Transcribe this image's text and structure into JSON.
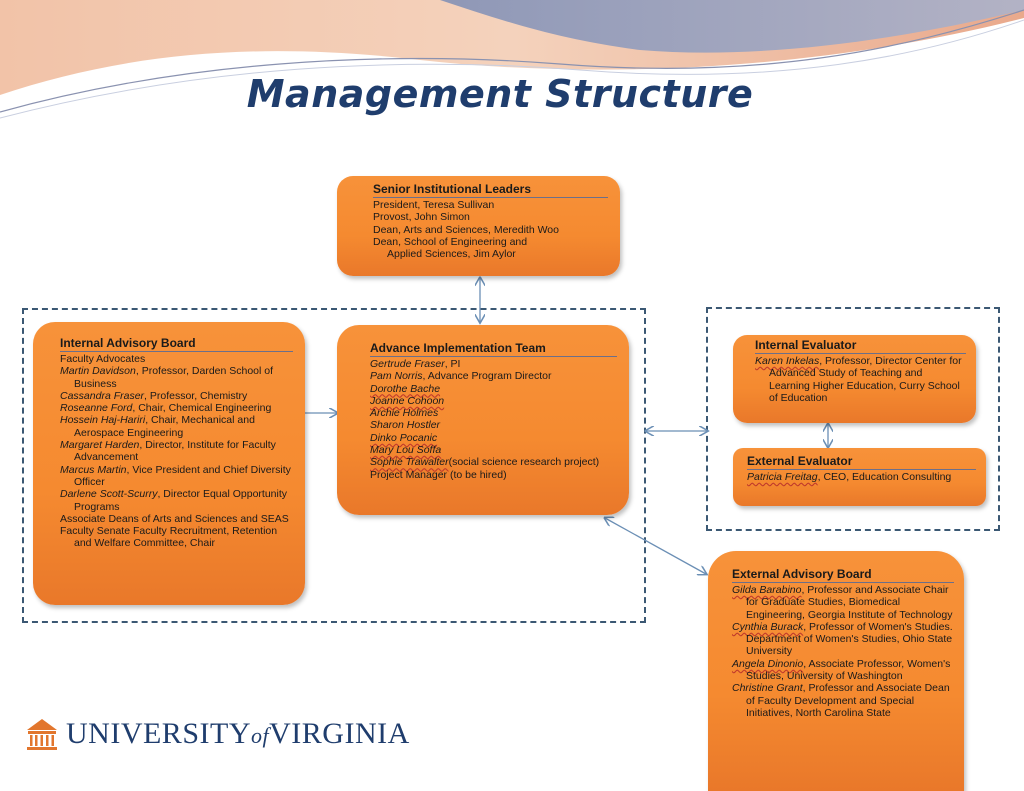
{
  "title": "Management Structure",
  "logo": {
    "word1": "UNIVERSITY",
    "of": "of",
    "word2": "VIRGINIA"
  },
  "colors": {
    "box": "#f58a30",
    "title": "#1f3d6d",
    "dashed": "#3b5873",
    "arrow": "#6b8fb5"
  },
  "senior": {
    "heading": "Senior Institutional Leaders",
    "lines": [
      "President, Teresa Sullivan",
      "Provost, John Simon",
      "Dean, Arts and Sciences, Meredith Woo",
      "Dean, School of Engineering and",
      "Applied Sciences, Jim Aylor"
    ]
  },
  "internal_board": {
    "heading": "Internal Advisory Board",
    "lines": [
      {
        "name": "",
        "text": "Faculty Advocates"
      },
      {
        "name": "Martin Davidson",
        "text": ", Professor, Darden School of Business"
      },
      {
        "name": "Cassandra Fraser",
        "text": ", Professor, Chemistry"
      },
      {
        "name": "Roseanne Ford",
        "text": ", Chair, Chemical Engineering"
      },
      {
        "name": "Hossein Haj-Hariri",
        "text": ", Chair, Mechanical and Aerospace Engineering"
      },
      {
        "name": "Margaret Harden",
        "text": ", Director, Institute for Faculty Advancement"
      },
      {
        "name": "Marcus Martin",
        "text": ", Vice President and Chief Diversity Officer"
      },
      {
        "name": "Darlene Scott-Scurry",
        "text": ", Director Equal Opportunity Programs"
      },
      {
        "name": "",
        "text": "Associate Deans of Arts and Sciences and SEAS"
      },
      {
        "name": "",
        "text": "Faculty Senate Faculty Recruitment, Retention and Welfare Committee, Chair"
      }
    ]
  },
  "implementation": {
    "heading": "Advance Implementation Team",
    "lines": [
      {
        "name": "Gertrude Fraser",
        "text": ", PI"
      },
      {
        "name": "Pam Norris",
        "text": ", Advance Program Director"
      },
      {
        "name": "Dorothe Bache",
        "text": ""
      },
      {
        "name": "Joanne Cohoon",
        "text": ""
      },
      {
        "name": "Archie Holmes",
        "text": ""
      },
      {
        "name": "Sharon Hostler",
        "text": ""
      },
      {
        "name": "Dinko Pocanic",
        "text": ""
      },
      {
        "name": "Mary Lou Soffa",
        "text": ""
      },
      {
        "name": "Sophie Trawalter",
        "text": "(social science research project)"
      },
      {
        "name": "",
        "text": "Project Manager (to be hired)"
      }
    ]
  },
  "internal_eval": {
    "heading": "Internal Evaluator",
    "lines": [
      {
        "name": "Karen Inkelas",
        "text": ", Professor, Director Center for Advanced Study of Teaching and Learning Higher Education, Curry School of Education"
      }
    ]
  },
  "external_eval": {
    "heading": "External Evaluator",
    "lines": [
      {
        "name": "Patricia Freitag",
        "text": ", CEO, Education Consulting"
      }
    ]
  },
  "external_board": {
    "heading": "External Advisory Board",
    "lines": [
      {
        "name": "Gilda Barabino",
        "text": ", Professor and Associate Chair for Graduate Studies, Biomedical Engineering, Georgia Institute of Technology"
      },
      {
        "name": "Cynthia Burack",
        "text": ", Professor of Women's Studies. Department of Women's Studies, Ohio State University"
      },
      {
        "name": "Angela Dinonio",
        "text": ", Associate Professor, Women's Studies, University of Washington"
      },
      {
        "name": "Christine Grant",
        "text": ", Professor and Associate Dean of Faculty Development and Special Initiatives, North Carolina State"
      }
    ]
  }
}
